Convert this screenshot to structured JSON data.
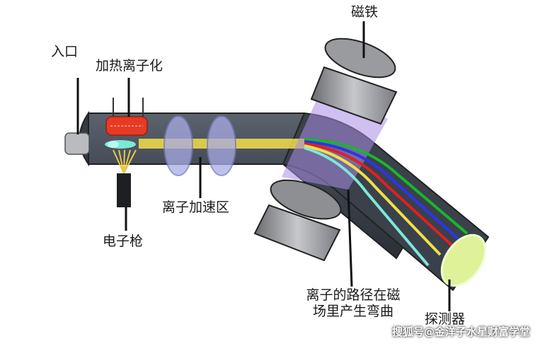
{
  "labels": {
    "magnet": "磁铁",
    "inlet": "入口",
    "heating_ionization": "加热离子化",
    "ion_acceleration": "离子加速区",
    "electron_gun": "电子枪",
    "ion_path_line1": "离子的路径在磁",
    "ion_path_line2": "场里产生弯曲",
    "detector": "探测器"
  },
  "watermark": "搜狐号@金洋子水星财富学堂",
  "colors": {
    "tube": "#3f4650",
    "tube_dark": "#262b31",
    "magnet_face": "#8e8f93",
    "magnet_field": "#a88ce6",
    "plate": "#a9abe6",
    "beam_yellow": "#f2df4a",
    "beam_green": "#19b52e",
    "beam_red": "#e02020",
    "beam_blue": "#2b35e8",
    "beam_cyan": "#7ee7d8",
    "heater": "#e63a23",
    "detector": "#dff29a"
  },
  "icons": [
    "inlet-pipe-icon",
    "electron-gun-icon",
    "heating-coil-icon"
  ]
}
